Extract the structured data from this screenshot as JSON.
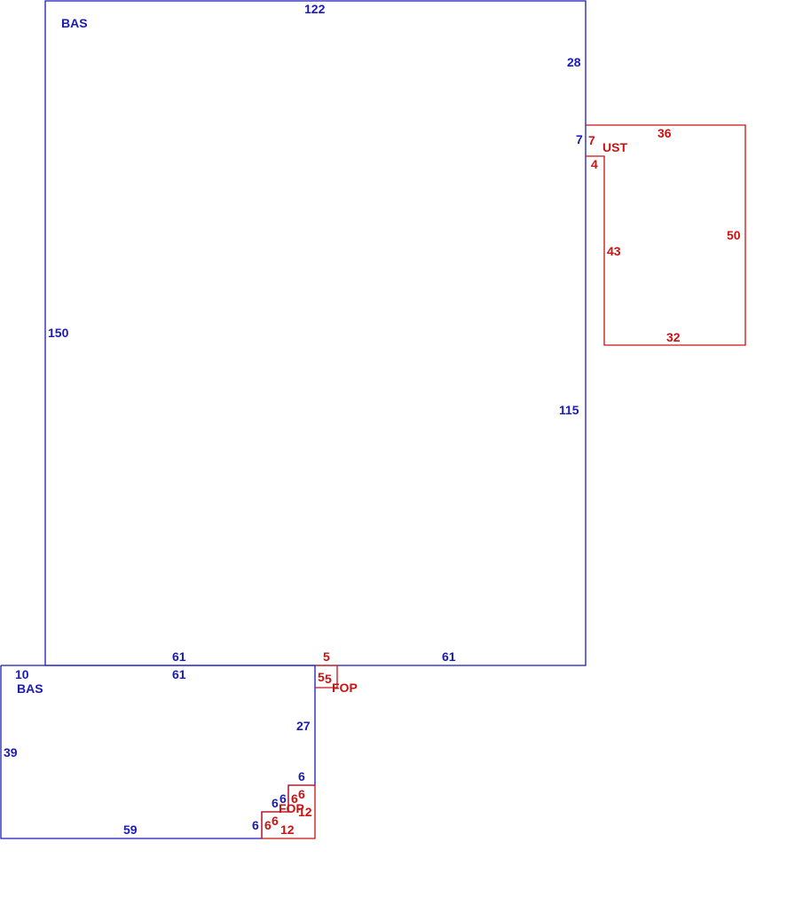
{
  "colors": {
    "main": "#1a1ab8",
    "addition": "#cc1111",
    "background": "#ffffff"
  },
  "areas": {
    "bas_main": {
      "code": "BAS"
    },
    "bas_lower": {
      "code": "BAS"
    },
    "ust": {
      "code": "UST"
    },
    "fop_small": {
      "code": "FOP"
    },
    "fop_corner": {
      "code": "FOP"
    }
  },
  "dimensions": {
    "bas_main_top": "122",
    "bas_main_right_upper": "28",
    "bas_main_right_step": "7",
    "bas_main_left": "150",
    "bas_main_right_lower": "115",
    "bas_main_bottom_left": "61",
    "bas_main_bottom_right": "61",
    "ust_top": "36",
    "ust_left_top": "7",
    "ust_step": "4",
    "ust_left": "43",
    "ust_right": "50",
    "ust_bottom": "32",
    "fop_small_top": "5",
    "fop_small_left": "5",
    "fop_small_right": "5",
    "bas_lower_top": "61",
    "bas_lower_left_top": "10",
    "bas_lower_left": "39",
    "bas_lower_right": "27",
    "bas_lower_step_top": "6",
    "bas_lower_step_left": "6",
    "bas_lower_step_inner": "6",
    "bas_lower_step_bottom": "6",
    "bas_lower_bottom": "59",
    "fop_corner_inner_top": "6",
    "fop_corner_inner_left": "6",
    "fop_corner_left": "6",
    "fop_corner_left_lower": "6",
    "fop_corner_right": "12",
    "fop_corner_bottom": "12"
  }
}
